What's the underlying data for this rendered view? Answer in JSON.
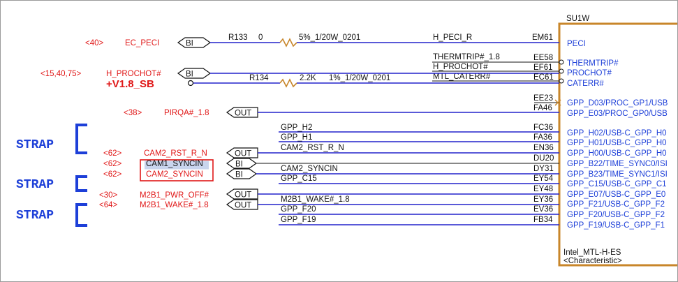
{
  "component": {
    "ref": "SU1W",
    "part": "Intel_MTL-H-ES",
    "characteristic": "<Characteristic>"
  },
  "rail": {
    "label": "+V1.8_SB"
  },
  "straps": [
    "STRAP",
    "STRAP",
    "STRAP"
  ],
  "resistors": [
    {
      "ref": "R133",
      "value": "0",
      "spec": "5%_1/20W_0201"
    },
    {
      "ref": "R134",
      "value": "2.2K",
      "spec": "1%_1/20W_0201"
    }
  ],
  "offpage": [
    {
      "page": "<40>",
      "name": "EC_PECI",
      "dir": "BI"
    },
    {
      "page": "<15,40,75>",
      "name": "H_PROCHOT#",
      "dir": "BI"
    },
    {
      "page": "<38>",
      "name": "PIRQA#_1.8",
      "dir": "OUT"
    },
    {
      "page": "<62>",
      "name": "CAM2_RST_R_N",
      "dir": "OUT"
    },
    {
      "page": "<62>",
      "name": "CAM1_SYNCIN",
      "dir": "BI"
    },
    {
      "page": "<62>",
      "name": "CAM2_SYNCIN",
      "dir": "BI"
    },
    {
      "page": "<30>",
      "name": "M2B1_PWR_OFF#",
      "dir": "OUT"
    },
    {
      "page": "<64>",
      "name": "M2B1_WAKE#_1.8",
      "dir": "OUT"
    }
  ],
  "nets": [
    "H_PECI_R",
    "THERMTRIP#_1.8",
    "H_PROCHOT#",
    "MTL_CATERR#",
    "GPP_H2",
    "GPP_H1",
    "CAM2_RST_R_N",
    "CAM2_SYNCIN",
    "GPP_C15",
    "M2B1_WAKE#_1.8",
    "GPP_F20",
    "GPP_F19"
  ],
  "pins": [
    {
      "ball": "EM61",
      "name": "PECI"
    },
    {
      "ball": "EE58",
      "name": "THERMTRIP#"
    },
    {
      "ball": "EF61",
      "name": "PROCHOT#"
    },
    {
      "ball": "EC61",
      "name": "CATERR#"
    },
    {
      "ball": "EE23",
      "name": "GPP_D03/PROC_GP1/USB"
    },
    {
      "ball": "FA46",
      "name": "GPP_E03/PROC_GP0/USB"
    },
    {
      "ball": "FC36",
      "name": "GPP_H02/USB-C_GPP_H0"
    },
    {
      "ball": "FA36",
      "name": "GPP_H01/USB-C_GPP_H0"
    },
    {
      "ball": "EN36",
      "name": "GPP_H00/USB-C_GPP_H0"
    },
    {
      "ball": "DU20",
      "name": "GPP_B22/TIME_SYNC0/ISI"
    },
    {
      "ball": "DY31",
      "name": "GPP_B23/TIME_SYNC1/ISI"
    },
    {
      "ball": "EY54",
      "name": "GPP_C15/USB-C_GPP_C1"
    },
    {
      "ball": "EY48",
      "name": "GPP_E07/USB-C_GPP_E0"
    },
    {
      "ball": "EY36",
      "name": "GPP_F21/USB-C_GPP_F2"
    },
    {
      "ball": "EV36",
      "name": "GPP_F20/USB-C_GPP_F2"
    },
    {
      "ball": "FB34",
      "name": "GPP_F19/USB-C_GPP_F1"
    }
  ],
  "colors": {
    "wire": "#2222cc",
    "label_red": "#e01818",
    "strap_blue": "#1d3fd8",
    "chip_border": "#c8862a",
    "resistor": "#c8862a"
  }
}
